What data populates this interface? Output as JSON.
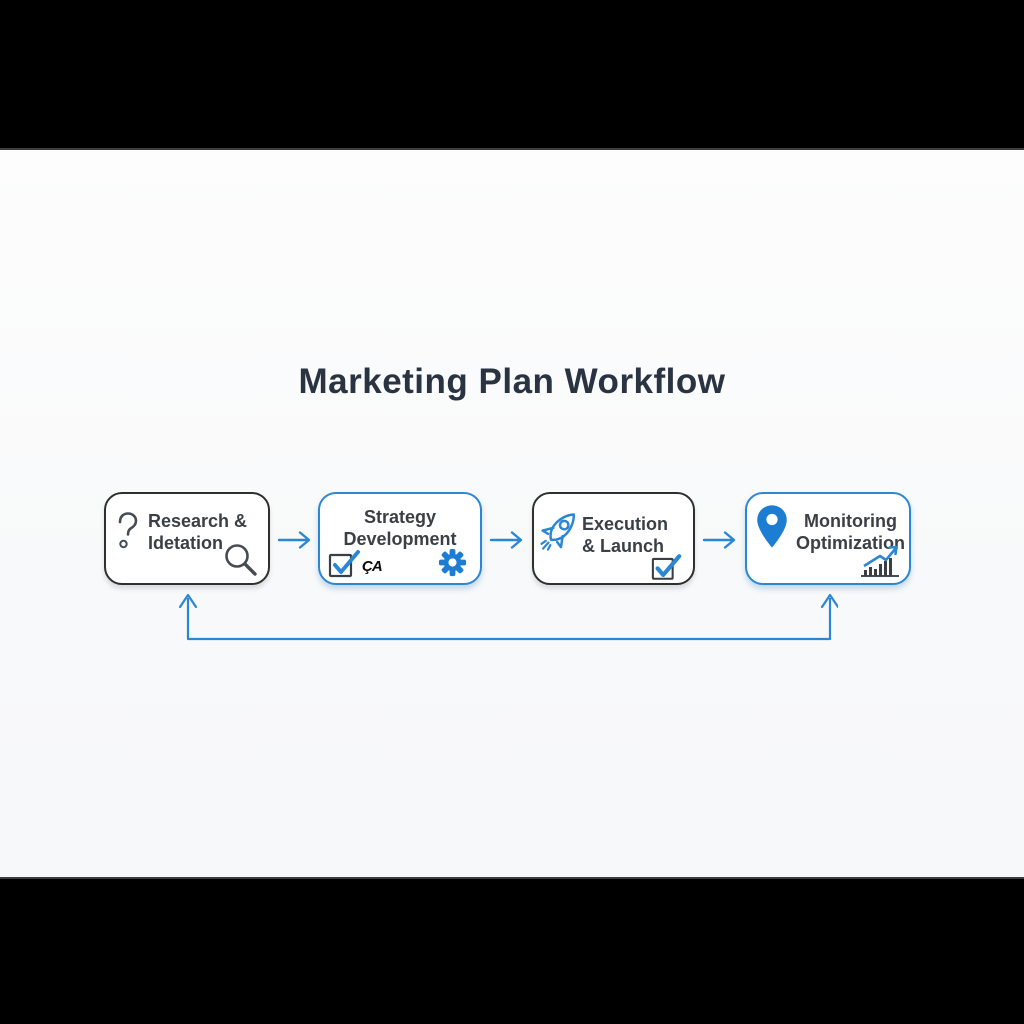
{
  "title": "Marketing Plan Workflow",
  "workflow": {
    "steps": [
      {
        "line1": "Research &",
        "line2": "Idetation",
        "border_style": "dark",
        "icons": [
          "question-mark",
          "magnifier"
        ]
      },
      {
        "line1": "Strategy",
        "line2": "Development",
        "border_style": "blue",
        "icons": [
          "checked-checkbox",
          "artifact-glyph",
          "gear"
        ]
      },
      {
        "line1": "Execution",
        "line2": "& Launch",
        "border_style": "dark",
        "icons": [
          "rocket",
          "checked-checkbox"
        ]
      },
      {
        "line1": "Monitoring",
        "line2": "Optimization",
        "border_style": "blue",
        "icons": [
          "map-pin",
          "chart-up-arrow"
        ]
      }
    ],
    "artifact_glyph": "ÇA",
    "connectors": [
      "arrow-right",
      "arrow-right",
      "arrow-right"
    ],
    "feedback_loop": "bottom line from step 4 back to step 1, arrowheads pointing up into both steps"
  },
  "colors": {
    "accent_blue": "#2b87d4",
    "deep_blue": "#1d7dd2",
    "dark_border": "#2f2f2f",
    "title_color": "#2a3342",
    "label_color": "#3b4046",
    "letterbox": "#000000",
    "canvas_background": "#fafbfc"
  }
}
